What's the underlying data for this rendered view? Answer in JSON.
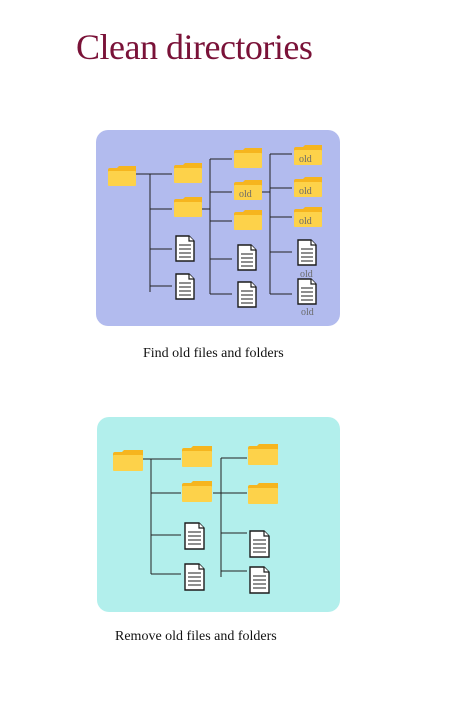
{
  "title": "Clean directories",
  "before": {
    "caption": "Find old files and folders",
    "old_label": "old",
    "background": "#b2bbee"
  },
  "after": {
    "caption": "Remove old files and folders",
    "background": "#b2efec"
  },
  "colors": {
    "title": "#7a1238",
    "folder_front": "#fdd24a",
    "folder_back": "#f6b51e"
  },
  "icons": [
    "folder-icon",
    "document-icon"
  ]
}
